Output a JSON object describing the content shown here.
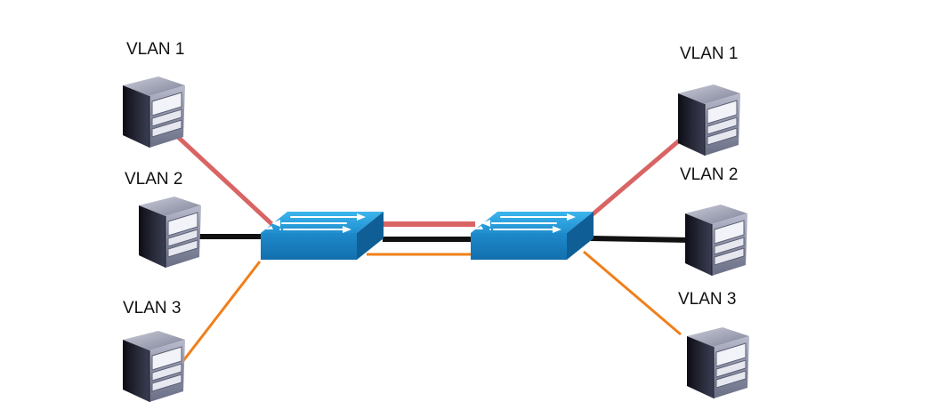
{
  "diagram": {
    "colors": {
      "vlan1": "#d96464",
      "vlan2": "#111111",
      "vlan3": "#f07f1a",
      "switch_top": "#2ba3e0",
      "switch_front": "#1a7fc2",
      "switch_side": "#0f5f96"
    },
    "left_hosts": [
      {
        "label": "VLAN 1",
        "icon": "server-tower-icon"
      },
      {
        "label": "VLAN 2",
        "icon": "server-tower-icon"
      },
      {
        "label": "VLAN 3",
        "icon": "server-tower-icon"
      }
    ],
    "right_hosts": [
      {
        "label": "VLAN 1",
        "icon": "server-tower-icon"
      },
      {
        "label": "VLAN 2",
        "icon": "server-tower-icon"
      },
      {
        "label": "VLAN 3",
        "icon": "server-tower-icon"
      }
    ],
    "switches": [
      {
        "icon": "network-switch-icon"
      },
      {
        "icon": "network-switch-icon"
      }
    ]
  }
}
